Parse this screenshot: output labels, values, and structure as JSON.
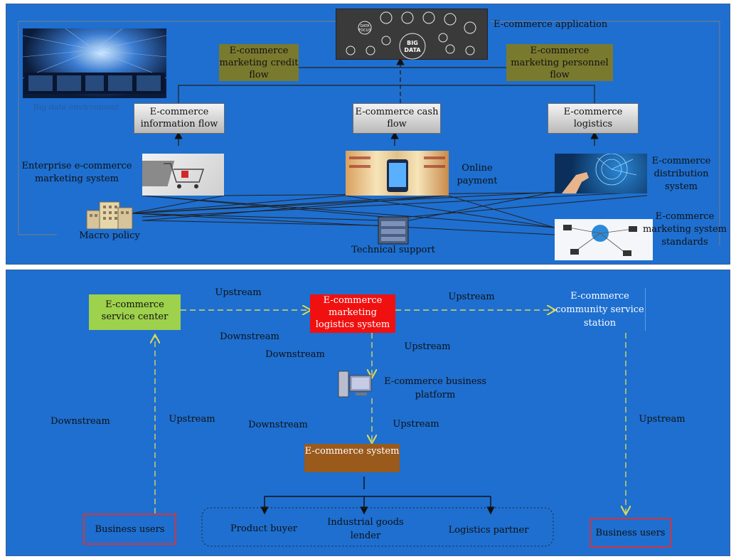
{
  "top": {
    "app_label": "E-commerce application",
    "big_data_text": "BIG DATA",
    "big_data_small": "DATA FOCUS",
    "big_data_env": "Big data environment",
    "credit_flow": "E-commerce marketing credit flow",
    "personnel_flow": "E-commerce marketing personnel flow",
    "info_flow": "E-commerce information flow",
    "cash_flow": "E-commerce cash flow",
    "logistics": "E-commerce logistics",
    "enterprise_system": "Enterprise e-commerce marketing system",
    "online_payment": "Online payment",
    "distribution_system": "E-commerce distribution system",
    "macro_policy": "Macro policy",
    "technical_support": "Technical support",
    "standards": "E-commerce marketing system standards"
  },
  "bottom": {
    "service_center": "E-commerce service center",
    "logistics_system": "E-commerce marketing logistics system",
    "community_station": "E-commerce community service station",
    "business_platform": "E-commerce business platform",
    "ecommerce_system": "E-commerce system",
    "business_users_left": "Business users",
    "business_users_right": "Business users",
    "product_buyer": "Product buyer",
    "goods_lender": "Industrial goods lender",
    "logistics_partner": "Logistics partner",
    "upstream": "Upstream",
    "downstream": "Downstream"
  },
  "colors": {
    "background": "#1e6fd0",
    "service_center": "#9ed14c",
    "logistics_system": "#f01010",
    "ecommerce_system": "#9a5a1c",
    "flow_arrow": "#d8d85a",
    "user_box_border": "#d6343c"
  }
}
